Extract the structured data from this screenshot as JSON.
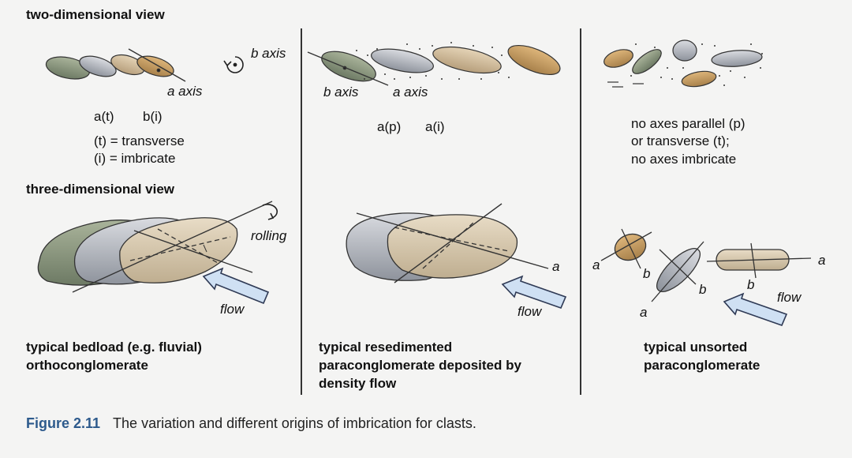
{
  "section_titles": {
    "two_d": "two-dimensional view",
    "three_d": "three-dimensional view"
  },
  "panel1": {
    "axis_b": "b axis",
    "axis_a": "a axis",
    "orient_t": "a(t)",
    "orient_i": "b(i)",
    "legend_t": "(t) = transverse",
    "legend_i": "(i) = imbricate",
    "rolling": "rolling",
    "flow": "flow",
    "caption_line1": "typical bedload (e.g. fluvial)",
    "caption_line2": "orthoconglomerate"
  },
  "panel2": {
    "axis_b": "b axis",
    "axis_a": "a axis",
    "orient_p": "a(p)",
    "orient_i": "a(i)",
    "label_a": "a",
    "flow": "flow",
    "caption_line1": "typical resedimented",
    "caption_line2": "paraconglomerate deposited by",
    "caption_line3": "density flow"
  },
  "panel3": {
    "note_line1": "no axes parallel (p)",
    "note_line2": "or transverse (t);",
    "note_line3": "no axes imbricate",
    "labels": [
      "a",
      "b",
      "b",
      "b",
      "a",
      "a"
    ],
    "flow": "flow",
    "caption_line1": "typical unsorted",
    "caption_line2": "paraconglomerate"
  },
  "figure": {
    "number": "Figure 2.11",
    "text": "The variation and different origins of imbrication for clasts."
  },
  "colors": {
    "figure_number": "#2d5a8c",
    "flow_arrow": "#cfe0f3",
    "flow_arrow_stroke": "#2f3a55"
  }
}
